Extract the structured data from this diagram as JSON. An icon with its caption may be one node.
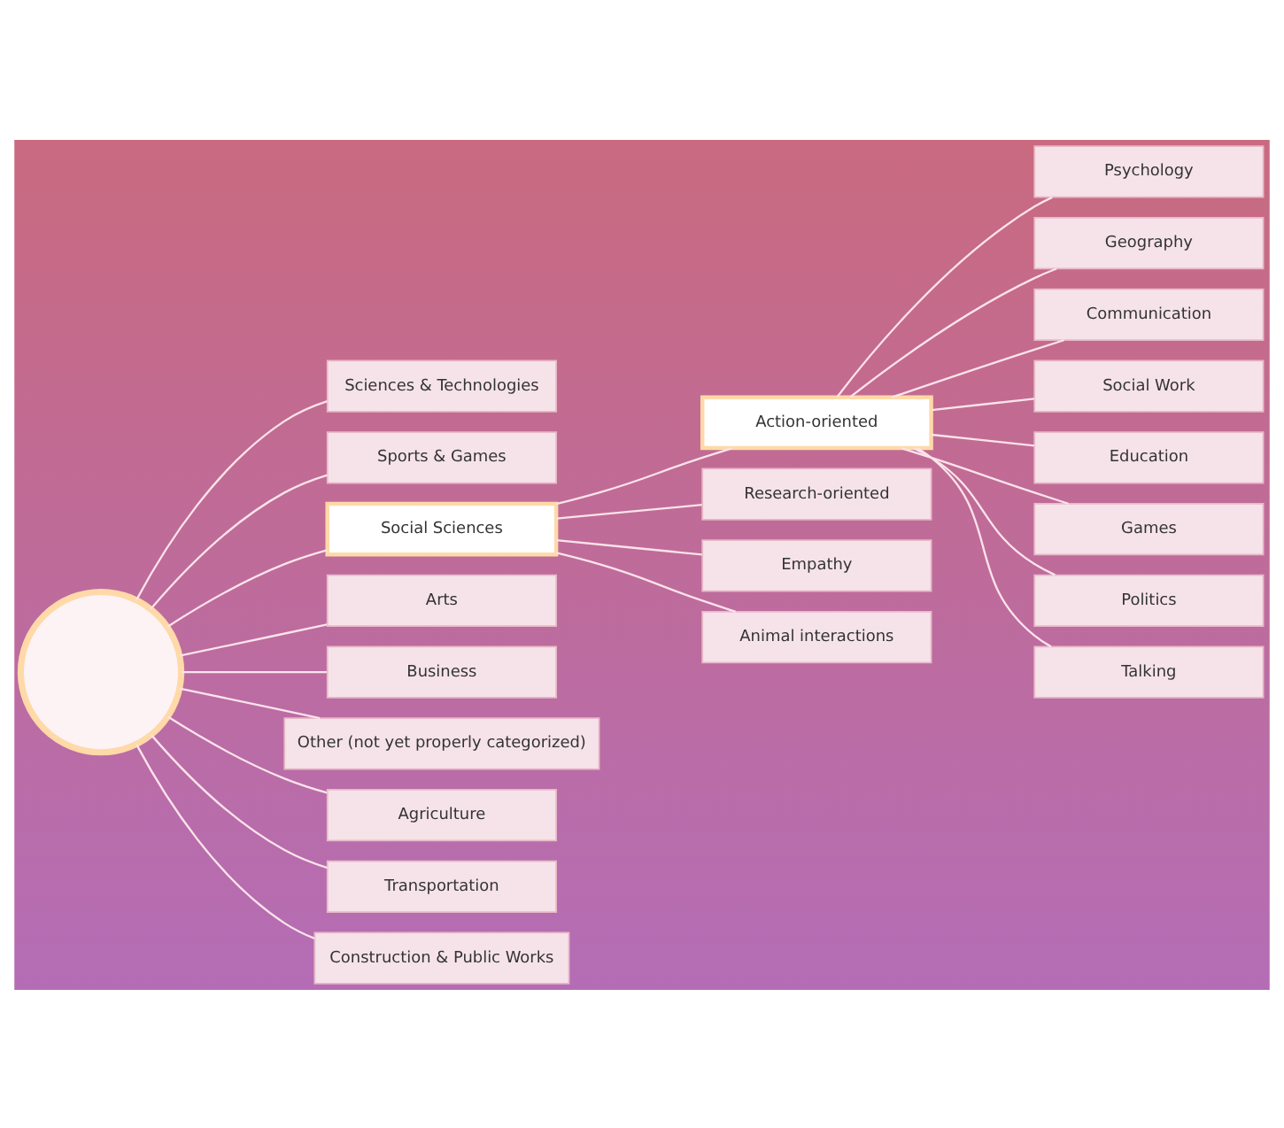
{
  "diagram": {
    "nodes": [
      {
        "text": [],
        "shape": "circle"
      },
      {
        "text": [
          "Sciences & Technologies"
        ]
      },
      {
        "text": [
          "Sports & Games"
        ]
      },
      {
        "text": [
          "Social Sciences"
        ]
      },
      {
        "text": [
          "Arts"
        ]
      },
      {
        "text": [
          "Business"
        ]
      },
      {
        "text": [
          "Other (not yet properly categorized)"
        ]
      },
      {
        "text": [
          "Agriculture"
        ]
      },
      {
        "text": [
          "Transportation"
        ]
      },
      {
        "text": [
          "Construction & Public Works"
        ]
      },
      {
        "text": [
          "Action-oriented"
        ]
      },
      {
        "text": [
          "Research-oriented"
        ]
      },
      {
        "text": [
          "Empathy"
        ]
      },
      {
        "text": [
          "Animal interactions"
        ]
      },
      {
        "text": [
          "Psychology"
        ]
      },
      {
        "text": [
          "Geography"
        ]
      },
      {
        "text": [
          "Communication"
        ]
      },
      {
        "text": [
          "Social Work"
        ]
      },
      {
        "text": [
          "Education"
        ]
      },
      {
        "text": [
          "Games"
        ]
      },
      {
        "text": [
          "Politics"
        ]
      },
      {
        "text": [
          "Talking"
        ]
      }
    ],
    "edges": [
      {
        "from": 0,
        "to": 1,
        "arrow": "none"
      },
      {
        "from": 0,
        "to": 2,
        "arrow": "none"
      },
      {
        "from": 0,
        "to": 3,
        "arrow": "none"
      },
      {
        "from": 0,
        "to": 4,
        "arrow": "none"
      },
      {
        "from": 0,
        "to": 5,
        "arrow": "none"
      },
      {
        "from": 0,
        "to": 6,
        "arrow": "none"
      },
      {
        "from": 0,
        "to": 7,
        "arrow": "none"
      },
      {
        "from": 0,
        "to": 8,
        "arrow": "none"
      },
      {
        "from": 0,
        "to": 9,
        "arrow": "none"
      },
      {
        "from": 3,
        "to": 10,
        "arrow": "none"
      },
      {
        "from": 3,
        "to": 11,
        "arrow": "none"
      },
      {
        "from": 3,
        "to": 12,
        "arrow": "none"
      },
      {
        "from": 3,
        "to": 13,
        "arrow": "none"
      },
      {
        "from": 10,
        "to": 14,
        "arrow": "none"
      },
      {
        "from": 10,
        "to": 15,
        "arrow": "none"
      },
      {
        "from": 10,
        "to": 16,
        "arrow": "none"
      },
      {
        "from": 10,
        "to": 17,
        "arrow": "none"
      },
      {
        "from": 10,
        "to": 18,
        "arrow": "none"
      },
      {
        "from": 10,
        "to": 19,
        "arrow": "none"
      },
      {
        "from": 10,
        "to": 20,
        "arrow": "none"
      },
      {
        "from": 10,
        "to": 21,
        "arrow": "none"
      }
    ]
  }
}
